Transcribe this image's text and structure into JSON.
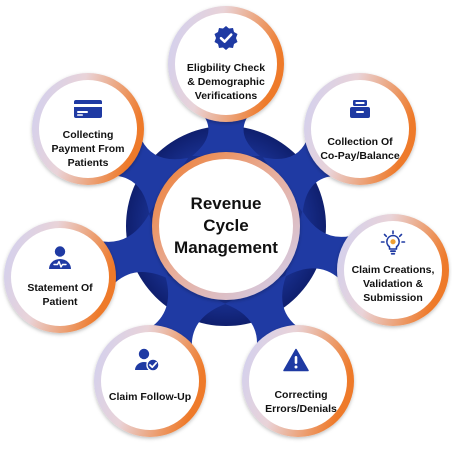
{
  "colors": {
    "connector": "#1f3aa3",
    "connector_dark": "#0f1f6e",
    "icon": "#1f3aa3",
    "ring_orange": "#ee7a2a",
    "ring_lavender": "#cfd0f2",
    "text": "#111111"
  },
  "center": {
    "line1": "Revenue",
    "line2": "Cycle",
    "line3": "Management"
  },
  "nodes": [
    {
      "id": "eligibility",
      "icon": "check-badge-icon",
      "lines": [
        "Eligbility Check",
        "& Demographic",
        "Verifications"
      ]
    },
    {
      "id": "copay",
      "icon": "card-reader-icon",
      "lines": [
        "Collection Of",
        "Co-Pay/Balance"
      ]
    },
    {
      "id": "claim-creation",
      "icon": "lightbulb-gear-icon",
      "lines": [
        "Claim Creations,",
        "Validation &",
        "Submission"
      ]
    },
    {
      "id": "correcting",
      "icon": "warning-icon",
      "lines": [
        "Correcting",
        "Errors/Denials"
      ]
    },
    {
      "id": "followup",
      "icon": "user-check-icon",
      "lines": [
        "Claim Follow-Up"
      ]
    },
    {
      "id": "statement",
      "icon": "patient-monitor-icon",
      "lines": [
        "Statement Of",
        "Patient"
      ]
    },
    {
      "id": "collecting",
      "icon": "payment-card-icon",
      "lines": [
        "Collecting",
        "Payment From",
        "Patients"
      ]
    }
  ]
}
